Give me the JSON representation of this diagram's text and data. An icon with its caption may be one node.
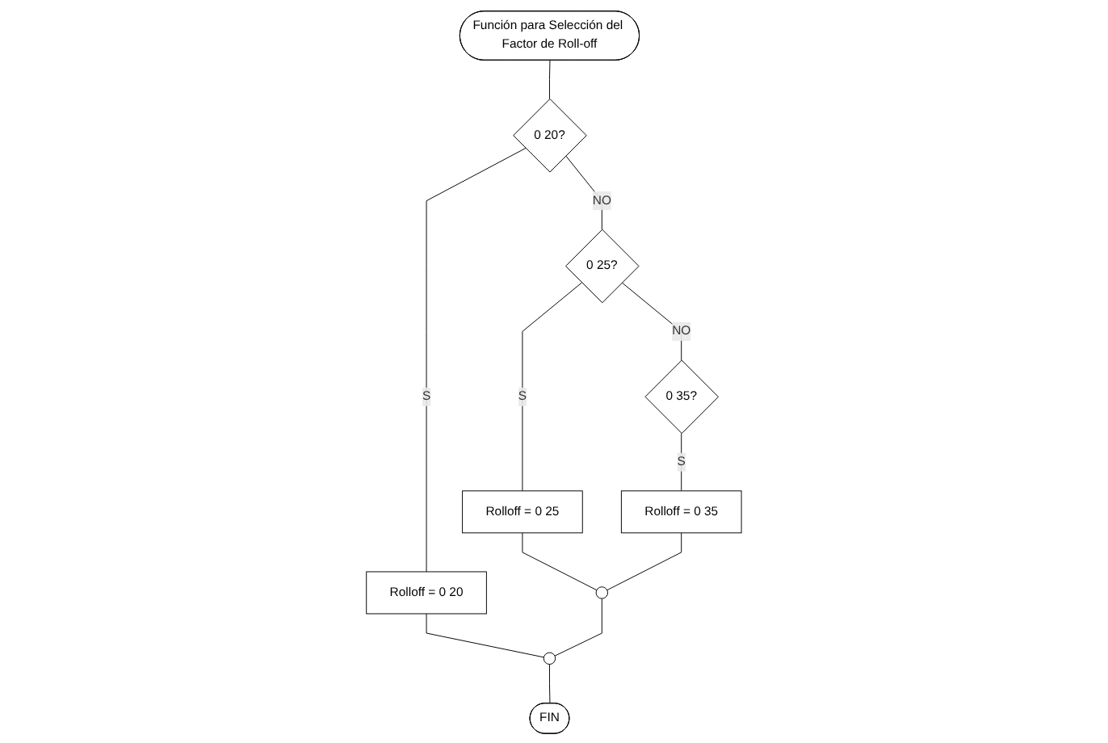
{
  "diagram": {
    "nodes": [
      {
        "text": [
          "Función para Selección del Factor de Roll-off"
        ]
      },
      {
        "text": [
          "0 20?"
        ]
      },
      {
        "text": [
          "Rolloff = 0 20"
        ]
      },
      {
        "text": [
          "0 25?"
        ]
      },
      {
        "text": [
          "Rolloff = 0 25"
        ]
      },
      {
        "text": [
          "0 35?"
        ]
      },
      {
        "text": [
          "Rolloff = 0 35"
        ]
      },
      {
        "text": [],
        "shape": "circle"
      },
      {
        "text": [],
        "shape": "circle"
      },
      {
        "text": [
          "FIN"
        ]
      }
    ],
    "edges": [
      {
        "from": 0,
        "to": 1,
        "arrow": "none"
      },
      {
        "from": 1,
        "to": 2,
        "label": "S",
        "arrow": "none"
      },
      {
        "from": 1,
        "to": 3,
        "label": "NO",
        "arrow": "none"
      },
      {
        "from": 3,
        "to": 4,
        "label": "S",
        "arrow": "none"
      },
      {
        "from": 3,
        "to": 5,
        "label": "NO",
        "arrow": "none"
      },
      {
        "from": 5,
        "to": 6,
        "label": "S",
        "arrow": "none"
      },
      {
        "from": 4,
        "to": 7,
        "arrow": "none"
      },
      {
        "from": 6,
        "to": 7,
        "arrow": "none"
      },
      {
        "from": 2,
        "to": 8,
        "arrow": "none"
      },
      {
        "from": 7,
        "to": 8,
        "arrow": "none"
      },
      {
        "from": 8,
        "to": 9,
        "arrow": "none"
      }
    ]
  }
}
